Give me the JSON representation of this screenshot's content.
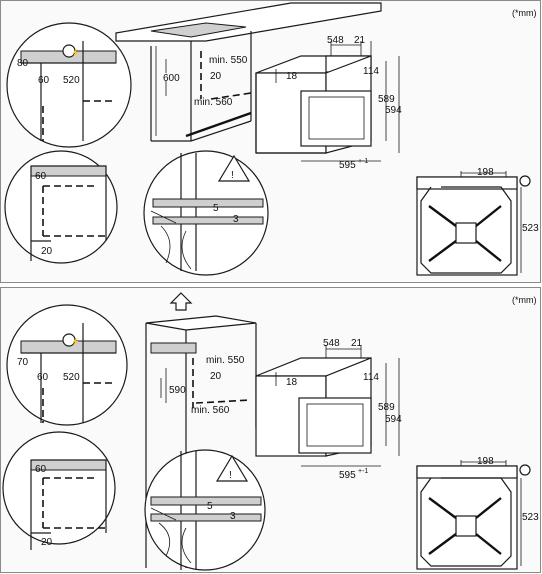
{
  "top_panel": {
    "unit_note": "(*mm)",
    "circle_a": {
      "d1": "80",
      "d2": "60",
      "d3": "520"
    },
    "circle_b": {
      "d1": "60",
      "d2": "20"
    },
    "circle_c": {
      "d1": "5",
      "d2": "3"
    },
    "cabinet": {
      "height": "600",
      "min_width": "min. 550",
      "gap": "20",
      "min_depth": "min. 560"
    },
    "oven": {
      "depth": "548",
      "panel": "21",
      "top": "18",
      "offset": "114",
      "height_a": "589",
      "height_b": "594",
      "width": "595",
      "width_tol": "+-1"
    },
    "hob": {
      "width": "198",
      "depth": "523"
    }
  },
  "bottom_panel": {
    "unit_note": "(*mm)",
    "circle_a": {
      "d1": "70",
      "d2": "60",
      "d3": "520"
    },
    "circle_b": {
      "d1": "60",
      "d2": "20"
    },
    "circle_c": {
      "d1": "5",
      "d2": "3"
    },
    "cabinet": {
      "height": "590",
      "min_width": "min. 550",
      "gap": "20",
      "min_depth": "min. 560"
    },
    "oven": {
      "depth": "548",
      "panel": "21",
      "top": "18",
      "offset": "114",
      "height_a": "589",
      "height_b": "594",
      "width": "595",
      "width_tol": "+-1"
    },
    "hob": {
      "width": "198",
      "depth": "523"
    }
  }
}
